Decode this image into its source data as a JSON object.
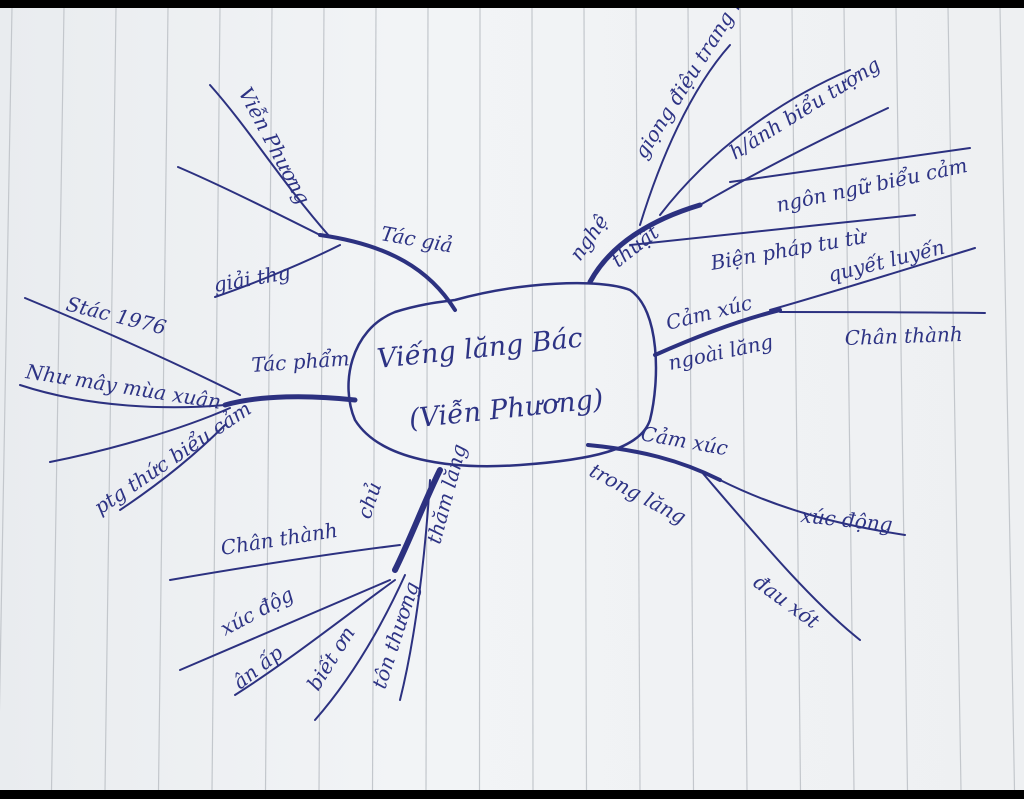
{
  "center": {
    "line1": "Viếng lăng Bác",
    "line2": "(Viễn Phương)"
  },
  "colors": {
    "ink": "#2c3180",
    "paper": "#eef0f2",
    "rule": "#c3c7cc"
  },
  "branches": {
    "tac_gia": {
      "label": "Tác giả",
      "leaves": [
        "Viễn Phương",
        "giải thg"
      ]
    },
    "tac_pham": {
      "label": "Tác phẩm",
      "leaves": [
        "Stác 1976",
        "Như mây mùa xuân",
        "ptg thức biểu cảm"
      ]
    },
    "nghe_thuat": {
      "label_top": "nghệ",
      "label_bottom": "thuật",
      "leaves": [
        "giọng điệu trang nghiêm",
        "h/ảnh biểu tượng",
        "ngôn ngữ biểu cảm",
        "Biện pháp tu từ",
        "quyết luyến"
      ]
    },
    "cam_xuc_ngoai_lang": {
      "label_top": "Cảm xúc",
      "label_bottom": "ngoài lăng",
      "leaves": [
        "Chân thành"
      ]
    },
    "cam_xuc_trong_lang": {
      "label_top": "Cảm xúc",
      "label_bottom": "trong lăng",
      "leaves": [
        "xúc động",
        "đau xót"
      ]
    },
    "chu_de": {
      "label_top": "chủ",
      "label_bottom": "thăm lăng",
      "leaves": [
        "Chân thành",
        "xúc độg",
        "ân ấp",
        "biết ơn",
        "tôn thương"
      ]
    }
  }
}
